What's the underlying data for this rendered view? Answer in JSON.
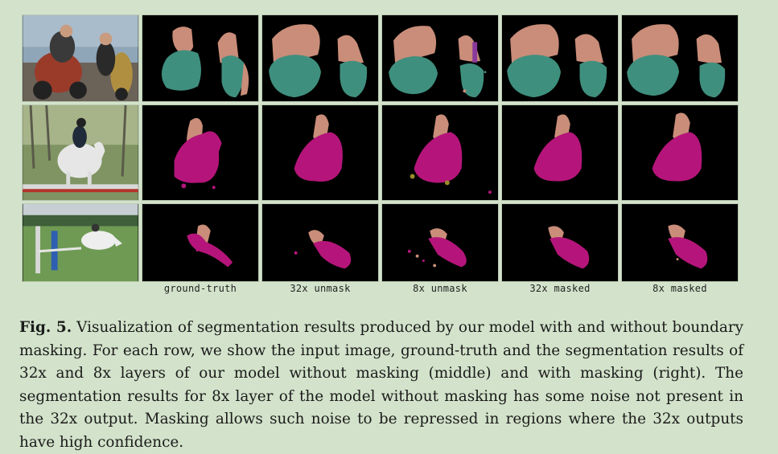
{
  "figure": {
    "columns": [
      {
        "id": "input",
        "label": ""
      },
      {
        "id": "ground-truth",
        "label": "ground-truth"
      },
      {
        "id": "32x-unmask",
        "label": "32x unmask"
      },
      {
        "id": "8x-unmask",
        "label": "8x unmask"
      },
      {
        "id": "32x-masked",
        "label": "32x masked"
      },
      {
        "id": "8x-masked",
        "label": "8x masked"
      }
    ],
    "rows": [
      {
        "id": "motorbike",
        "description_classes": [
          "person",
          "motorbike"
        ]
      },
      {
        "id": "horse",
        "description_classes": [
          "person",
          "horse"
        ]
      },
      {
        "id": "horse-jump",
        "description_classes": [
          "person",
          "horse"
        ]
      }
    ],
    "colors": {
      "background": "#000000",
      "person": "#c98d79",
      "motorbike": "#3f8f7e",
      "horse": "#b5157a",
      "page": "#d3e3cb"
    }
  },
  "caption": {
    "label": "Fig. 5.",
    "text": " Visualization of segmentation results produced by our model with and without boundary masking. For each row, we show the input image, ground-truth and the segmentation results of 32x and 8x layers of our model without masking (middle) and with masking (right). The segmentation results for 8x layer of the model without masking has some noise not present in the 32x output. Masking allows such noise to be repressed in regions where the 32x outputs have high confidence."
  }
}
